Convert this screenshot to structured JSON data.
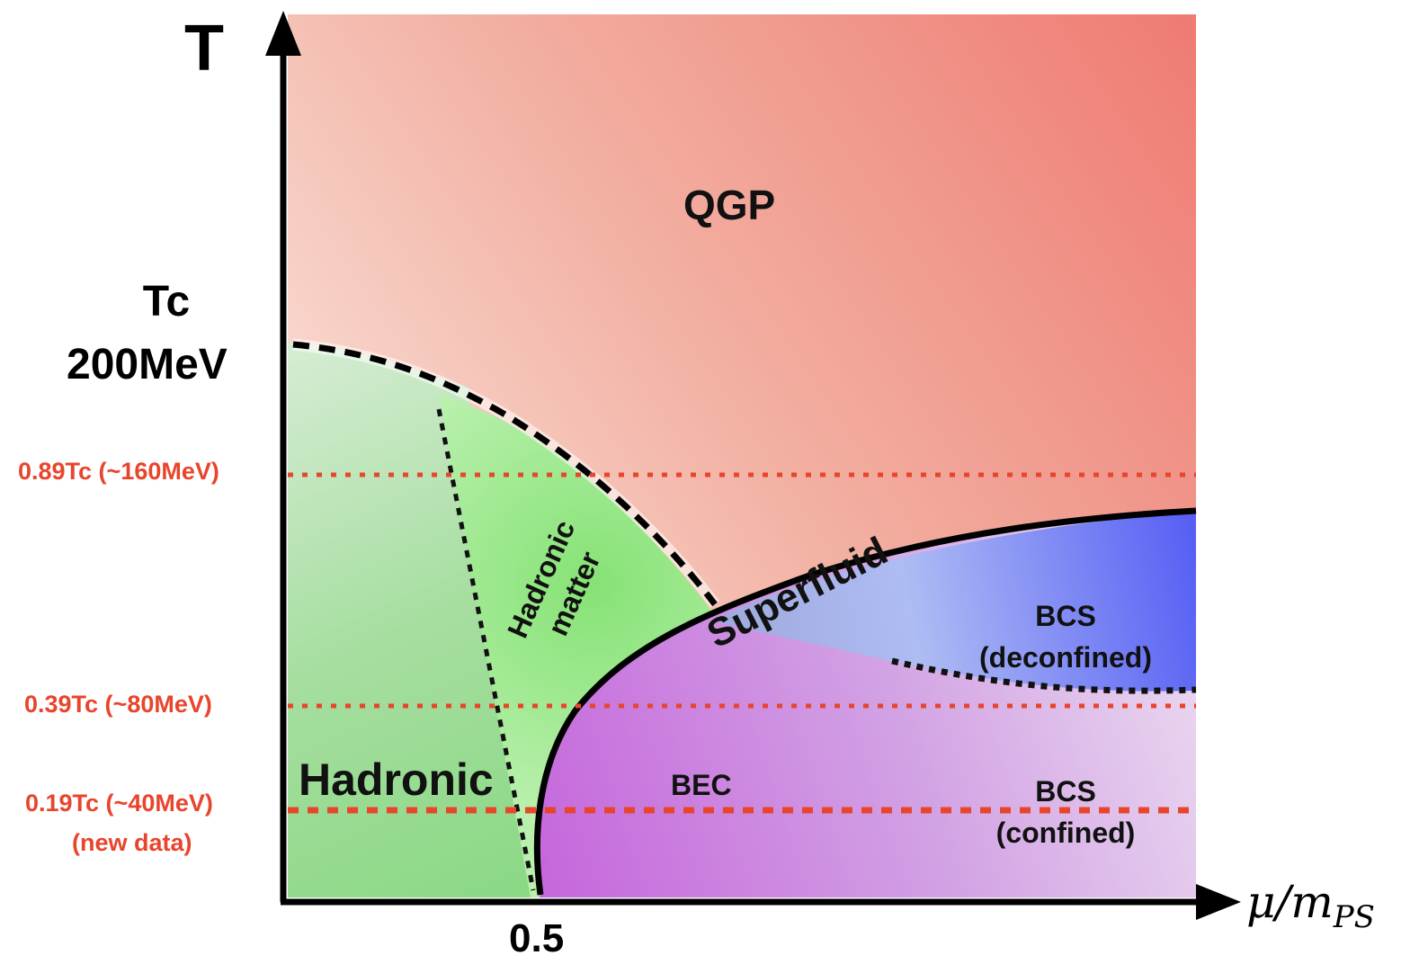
{
  "axes": {
    "y_label": "T",
    "x_label_main": "μ/m",
    "x_label_sub": "PS",
    "x_tick": "0.5",
    "tc_label": "Tc",
    "tc_value": "200MeV"
  },
  "temperature_lines": [
    {
      "label": "0.89Tc (~160MeV)"
    },
    {
      "label": "0.39Tc (~80MeV)"
    },
    {
      "label": "0.19Tc (~40MeV)",
      "note": "(new data)"
    }
  ],
  "regions": {
    "qgp": "QGP",
    "hadronic": "Hadronic",
    "hadronic_matter_1": "Hadronic",
    "hadronic_matter_2": "matter",
    "superfluid": "Superfluid",
    "bec": "BEC",
    "bcs_deconfined_1": "BCS",
    "bcs_deconfined_2": "(deconfined)",
    "bcs_confined_1": "BCS",
    "bcs_confined_2": "(confined)"
  },
  "colors": {
    "qgp": "#f08378",
    "hadronic": "#8fdc86",
    "hadronic_matter": "#8ee57e",
    "superfluid_bec": "#c874e0",
    "bcs_deconfined": "#5b66f2",
    "temperature_line": "#e8452c",
    "boundary": "#000000"
  }
}
